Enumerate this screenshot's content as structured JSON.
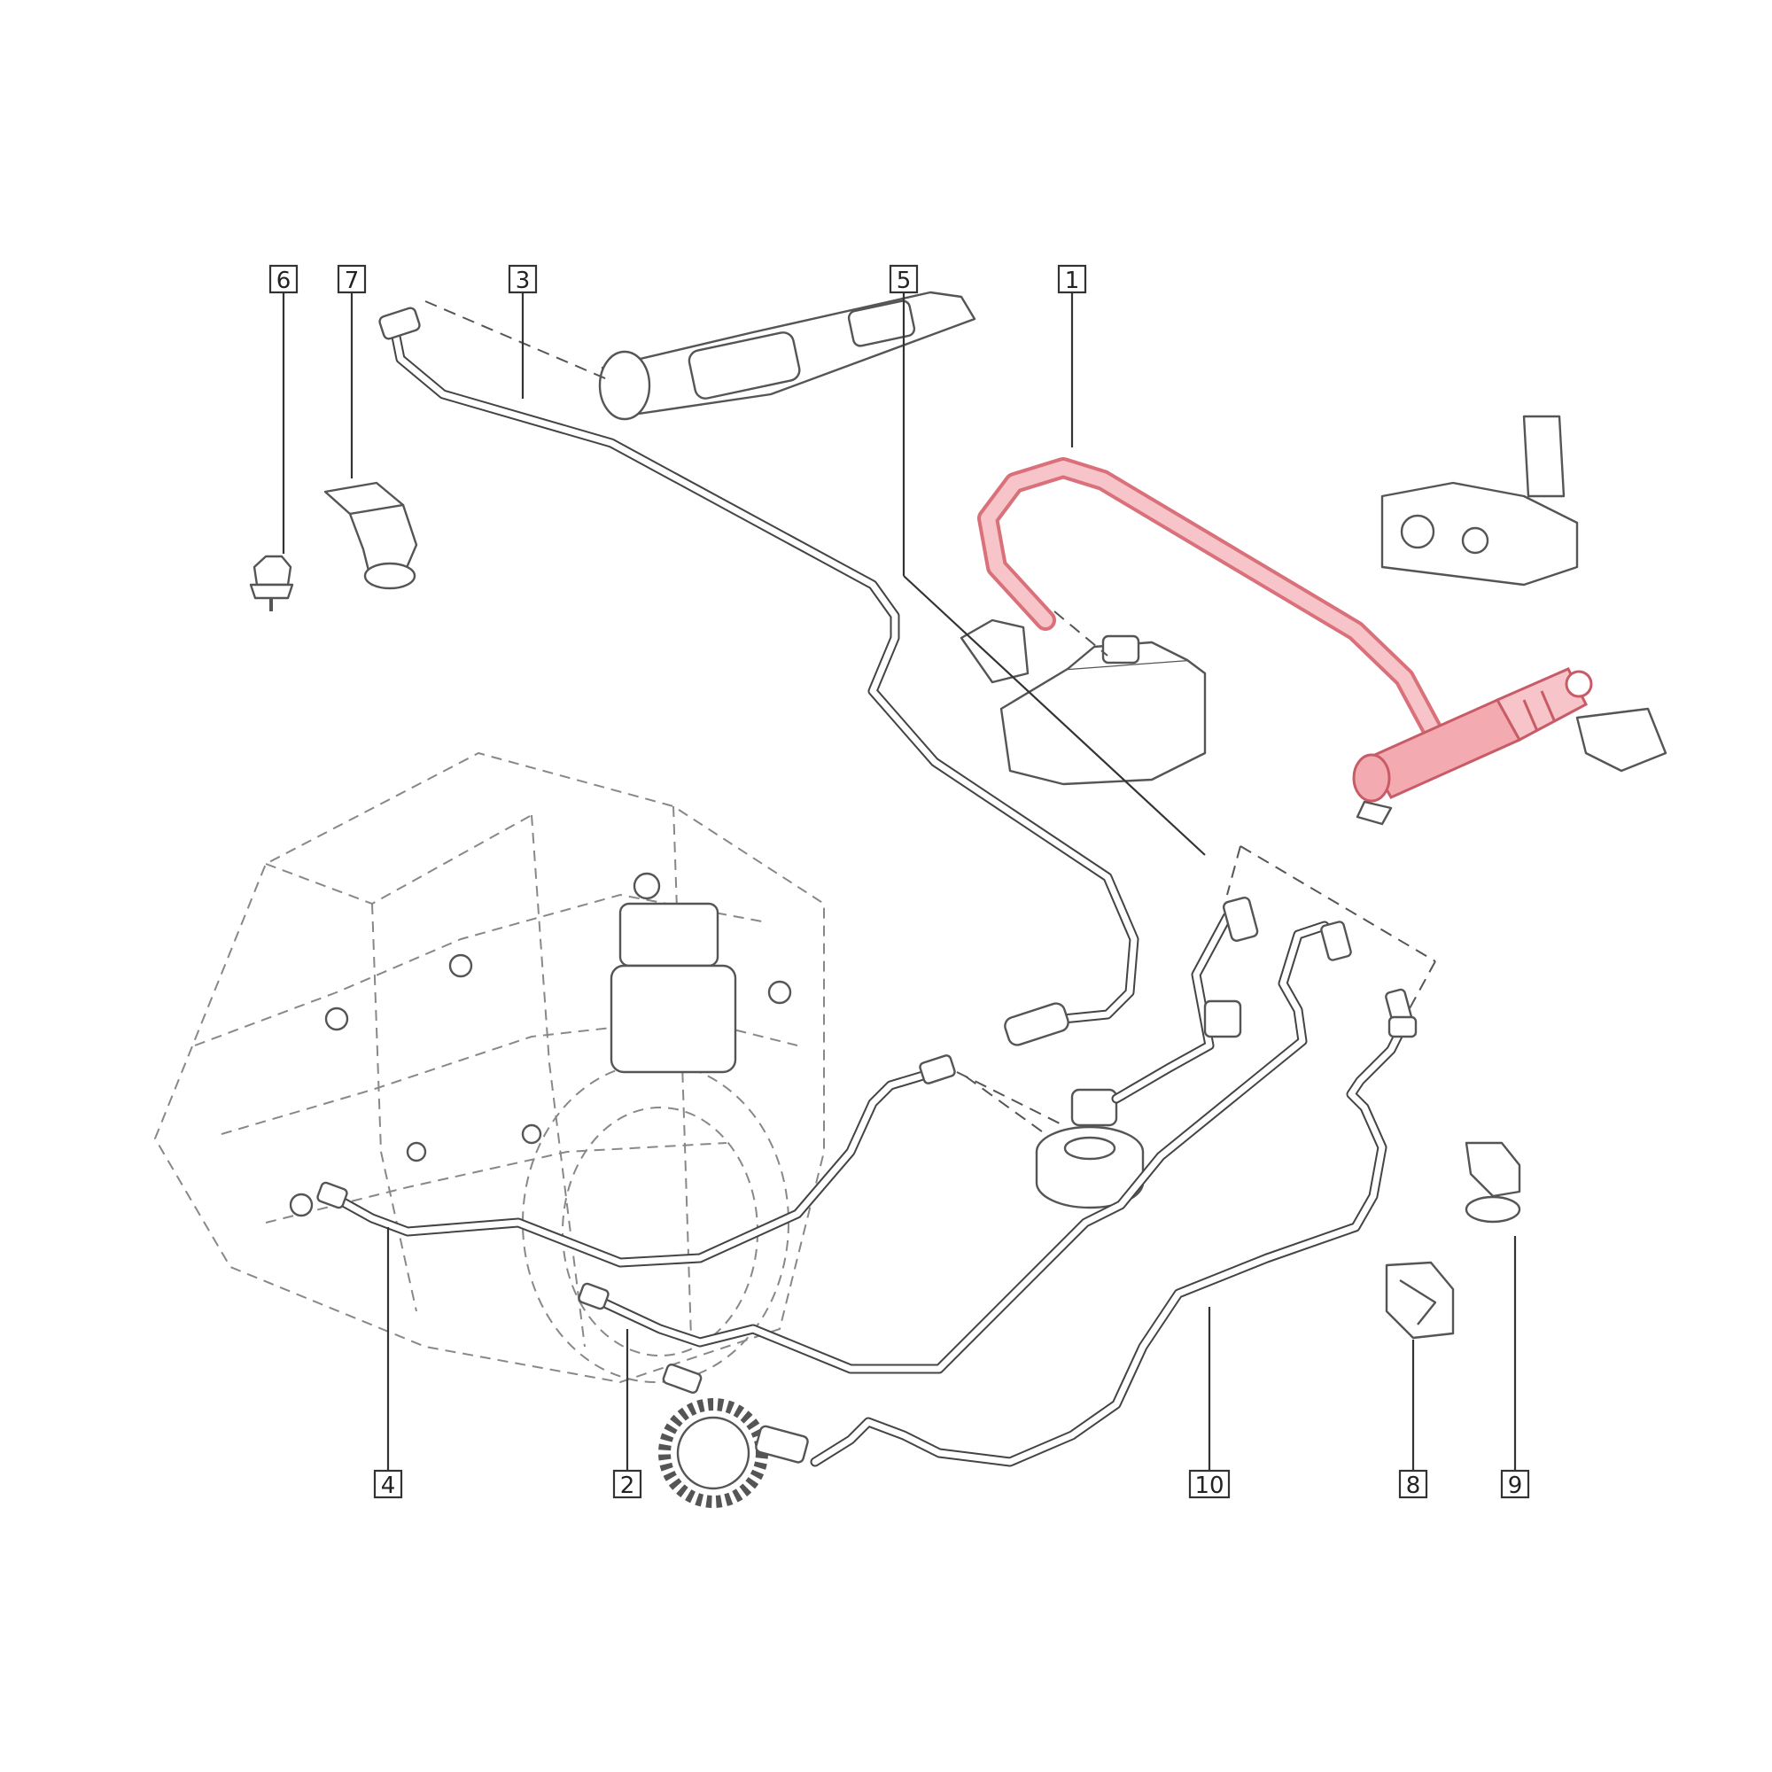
{
  "diagram": {
    "highlight_color": "#e8838c",
    "callouts": [
      {
        "id": "1",
        "label": "1"
      },
      {
        "id": "2",
        "label": "2"
      },
      {
        "id": "3",
        "label": "3"
      },
      {
        "id": "4",
        "label": "4"
      },
      {
        "id": "5",
        "label": "5"
      },
      {
        "id": "6",
        "label": "6"
      },
      {
        "id": "7",
        "label": "7"
      },
      {
        "id": "8",
        "label": "8"
      },
      {
        "id": "9",
        "label": "9"
      },
      {
        "id": "10",
        "label": "10"
      }
    ]
  }
}
